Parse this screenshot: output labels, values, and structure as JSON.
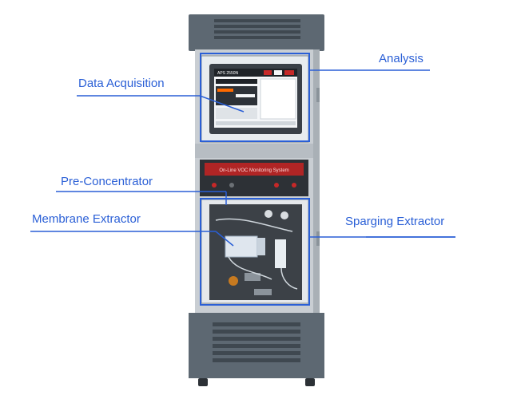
{
  "labels": {
    "analysis": "Analysis",
    "data_acquisition": "Data Acquisition",
    "pre_concentrator": "Pre-Concentrator",
    "membrane_extractor": "Membrane Extractor",
    "sparging_extractor": "Sparging Extractor"
  },
  "device": {
    "panel_title": "On-Line VOC Monitoring System",
    "screen_title": "APS 2550N",
    "brand": "APS"
  },
  "colors": {
    "accent": "#2a5fd6",
    "cabinet": "#5c6770",
    "panel_red": "#b02525"
  }
}
